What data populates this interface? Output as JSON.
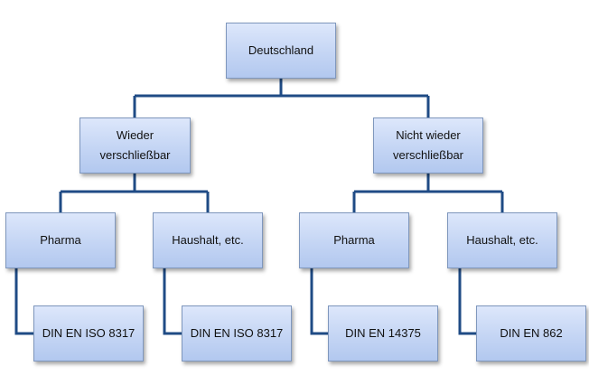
{
  "colors": {
    "connector": "#1f4b85",
    "node_fill_top": "#dde7fb",
    "node_fill_bottom": "#b2c8ef",
    "node_border": "#7f97bd"
  },
  "root": {
    "label": "Deutschland"
  },
  "level1": [
    {
      "label": "Wieder\nverschließbar"
    },
    {
      "label": "Nicht wieder\nverschließbar"
    }
  ],
  "level2": [
    {
      "label": "Pharma"
    },
    {
      "label": "Haushalt, etc."
    },
    {
      "label": "Pharma"
    },
    {
      "label": "Haushalt, etc."
    }
  ],
  "level3": [
    {
      "label": "DIN EN ISO 8317"
    },
    {
      "label": "DIN EN ISO 8317"
    },
    {
      "label": "DIN EN 14375"
    },
    {
      "label": "DIN EN 862"
    }
  ]
}
